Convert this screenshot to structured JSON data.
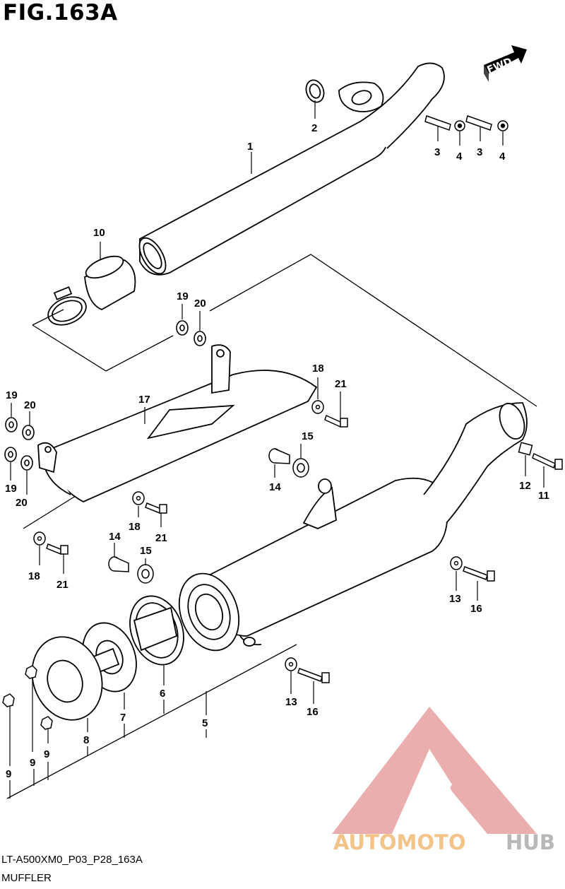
{
  "figure": {
    "title": "FIG.163A",
    "ref_code": "LT-A500XM0_P03_P28_163A",
    "caption": "MUFFLER",
    "direction_label": "FWD"
  },
  "callouts": {
    "p1": "1",
    "p2": "2",
    "p3a": "3",
    "p4a": "4",
    "p3b": "3",
    "p4b": "4",
    "p5": "5",
    "p6": "6",
    "p7": "7",
    "p8": "8",
    "p9a": "9",
    "p9b": "9",
    "p9c": "9",
    "p10": "10",
    "p11": "11",
    "p12": "12",
    "p13a": "13",
    "p13b": "13",
    "p14a": "14",
    "p14b": "14",
    "p15a": "15",
    "p15b": "15",
    "p16a": "16",
    "p16b": "16",
    "p17": "17",
    "p18a": "18",
    "p18b": "18",
    "p18c": "18",
    "p19a": "19",
    "p19b": "19",
    "p19c": "19",
    "p20a": "20",
    "p20b": "20",
    "p20c": "20",
    "p21a": "21",
    "p21b": "21",
    "p21c": "21"
  },
  "watermark": {
    "part1": "AUTOMOTO",
    "part2": "HUB",
    "logo_color": "#e8a0a0",
    "text_color1": "#f2c48a",
    "text_color2": "#b8b8b8"
  }
}
